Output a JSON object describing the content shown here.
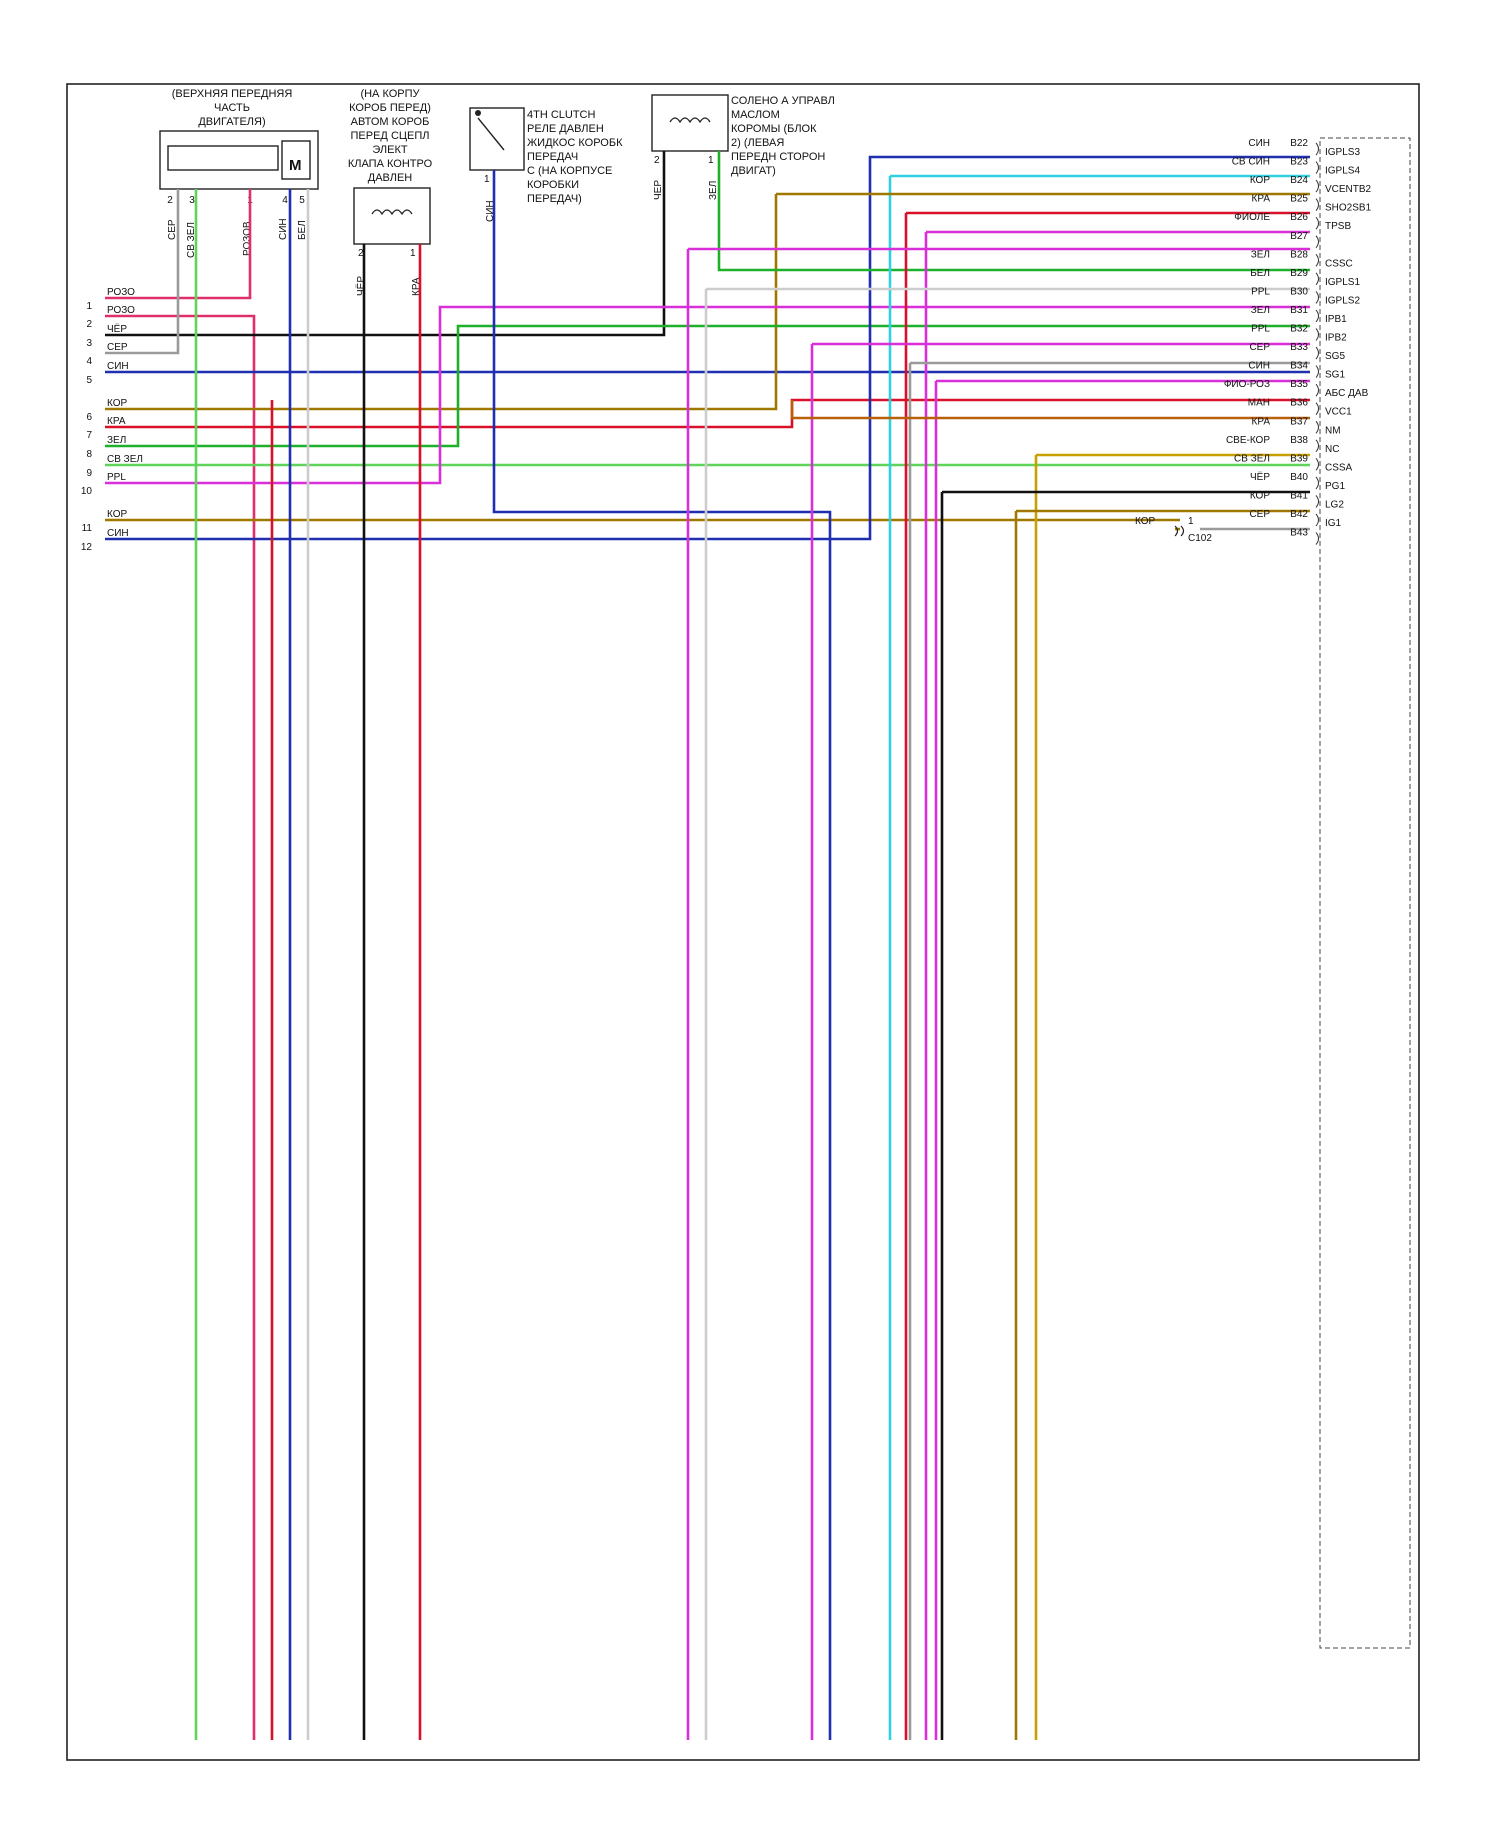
{
  "colors": {
    "РОЗО": "#e0306a",
    "РОЗОВ": "#e0306a",
    "ЧЁР": "#111111",
    "ЧЕР": "#111111",
    "СЕР": "#9a9a9a",
    "СИН": "#1f2fb0",
    "КОР": "#a07800",
    "КРА": "#d8102a",
    "ЗЕЛ": "#1fb02a",
    "СВ ЗЕЛ": "#5fd35a",
    "PPL": "#d82fd8",
    "СВ СИН": "#2fd0e0",
    "ФИОЛЕ": "#d82fd8",
    "БЕЛ": "#cccccc",
    "ФИО-РОЗ": "#d82fd8",
    "МАН": "#b8600a",
    "СВЕ-КОР": "#c8a000"
  },
  "top_components": [
    {
      "id": "engine-top",
      "caption": [
        "(ВЕРХНЯЯ ПЕРЕДНЯЯ",
        "ЧАСТЬ",
        "ДВИГАТЕЛЯ)"
      ],
      "motor_label": "M",
      "pins": [
        "2",
        "3",
        "1",
        "4",
        "5"
      ],
      "wire_labels": [
        "СЕР",
        "СВ ЗЕЛ",
        "РОЗОВ",
        "СИН",
        "БЕЛ"
      ]
    },
    {
      "id": "pressure-solenoid",
      "caption": [
        "(НА КОРПУ",
        "КОРОБ ПЕРЕД)",
        "АВТОМ КОРОБ",
        "ПЕРЕД СЦЕПЛ",
        "ЭЛЕКТ",
        "КЛАПА КОНТРО",
        "ДАВЛЕН"
      ],
      "pins": [
        "2",
        "1"
      ],
      "wire_labels": [
        "ЧЁР",
        "КРА"
      ]
    },
    {
      "id": "clutch-switch",
      "caption": [
        "4TH CLUTCH",
        "РЕЛЕ ДАВЛЕН",
        "ЖИДКОС КОРОБК",
        "ПЕРЕДАЧ",
        "С (НА КОРПУСЕ",
        "КОРОБКИ",
        "ПЕРЕДАЧ)"
      ],
      "pins": [
        "1"
      ],
      "wire_labels": [
        "СИН"
      ]
    },
    {
      "id": "shift-solenoid",
      "caption": [
        "СОЛЕНО А УПРАВЛ",
        "МАСЛОМ",
        "КОРОМЫ (БЛОК",
        "2) (ЛЕВАЯ",
        "ПЕРЕДН СТОРОН",
        "ДВИГАТ)"
      ],
      "pins": [
        "2",
        "1"
      ],
      "wire_labels": [
        "ЧЕР",
        "ЗЕЛ"
      ]
    }
  ],
  "left_pins": [
    {
      "n": "1",
      "label": "РОЗО"
    },
    {
      "n": "2",
      "label": "РОЗО"
    },
    {
      "n": "3",
      "label": "ЧЁР"
    },
    {
      "n": "4",
      "label": "СЕР"
    },
    {
      "n": "5",
      "label": "СИН"
    },
    {
      "n": "6",
      "label": "КОР"
    },
    {
      "n": "7",
      "label": "КРА"
    },
    {
      "n": "8",
      "label": "ЗЕЛ"
    },
    {
      "n": "9",
      "label": "СВ ЗЕЛ"
    },
    {
      "n": "10",
      "label": "PPL"
    },
    {
      "n": "11",
      "label": "КОР"
    },
    {
      "n": "12",
      "label": "СИН"
    }
  ],
  "right_pins": [
    {
      "color": "СИН",
      "pin": "B22",
      "signal": "IGPLS3"
    },
    {
      "color": "СВ СИН",
      "pin": "B23",
      "signal": "IGPLS4"
    },
    {
      "color": "КОР",
      "pin": "B24",
      "signal": "VCENTB2"
    },
    {
      "color": "КРА",
      "pin": "B25",
      "signal": "SHO2SB1"
    },
    {
      "color": "ФИОЛЕ",
      "pin": "B26",
      "signal": "TPSB"
    },
    {
      "color": "",
      "pin": "B27",
      "signal": ""
    },
    {
      "color": "ЗЕЛ",
      "pin": "B28",
      "signal": "CSSC"
    },
    {
      "color": "БЕЛ",
      "pin": "B29",
      "signal": "IGPLS1"
    },
    {
      "color": "PPL",
      "pin": "B30",
      "signal": "IGPLS2"
    },
    {
      "color": "ЗЕЛ",
      "pin": "B31",
      "signal": "IPB1"
    },
    {
      "color": "PPL",
      "pin": "B32",
      "signal": "IPB2"
    },
    {
      "color": "СЕР",
      "pin": "B33",
      "signal": "SG5"
    },
    {
      "color": "СИН",
      "pin": "B34",
      "signal": "SG1"
    },
    {
      "color": "ФИО-РОЗ",
      "pin": "B35",
      "signal": "АБС ДАВ"
    },
    {
      "color": "МАН",
      "pin": "B36",
      "signal": "VCC1"
    },
    {
      "color": "КРА",
      "pin": "B37",
      "signal": "NM"
    },
    {
      "color": "СВЕ-КОР",
      "pin": "B38",
      "signal": "NC"
    },
    {
      "color": "СВ ЗЕЛ",
      "pin": "B39",
      "signal": "CSSA"
    },
    {
      "color": "ЧЁР",
      "pin": "B40",
      "signal": "PG1"
    },
    {
      "color": "КОР",
      "pin": "B41",
      "signal": "LG2"
    },
    {
      "color": "СЕР",
      "pin": "B42",
      "signal": "IG1"
    },
    {
      "color": "",
      "pin": "B43",
      "signal": ""
    }
  ],
  "connector_c102": {
    "left_label": "КОР",
    "pin": "1",
    "name": "C102"
  }
}
